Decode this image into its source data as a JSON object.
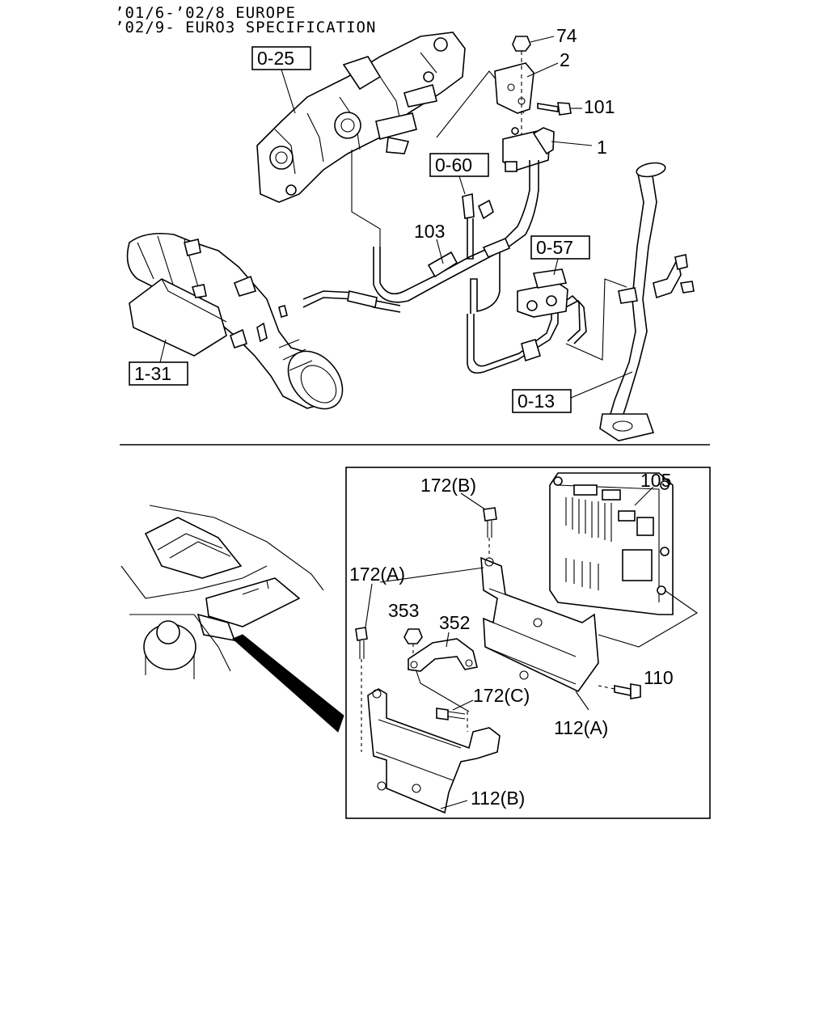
{
  "header": {
    "line1": "’01/6-’02/8 EUROPE",
    "line2": "’02/9- EURO3 SPECIFICATION"
  },
  "top_refs": {
    "r0_25": "0-25",
    "r0_60": "0-60",
    "r0_57": "0-57",
    "r1_31": "1-31",
    "r0_13": "0-13"
  },
  "top_labels": {
    "p74": "74",
    "p2": "2",
    "p101": "101",
    "p1": "1",
    "p103": "103"
  },
  "bottom_labels": {
    "p172b": "172(B)",
    "p105": "105",
    "p172a": "172(A)",
    "p353": "353",
    "p352": "352",
    "p110": "110",
    "p172c": "172(C)",
    "p112a": "112(A)",
    "p112b": "112(B)"
  }
}
